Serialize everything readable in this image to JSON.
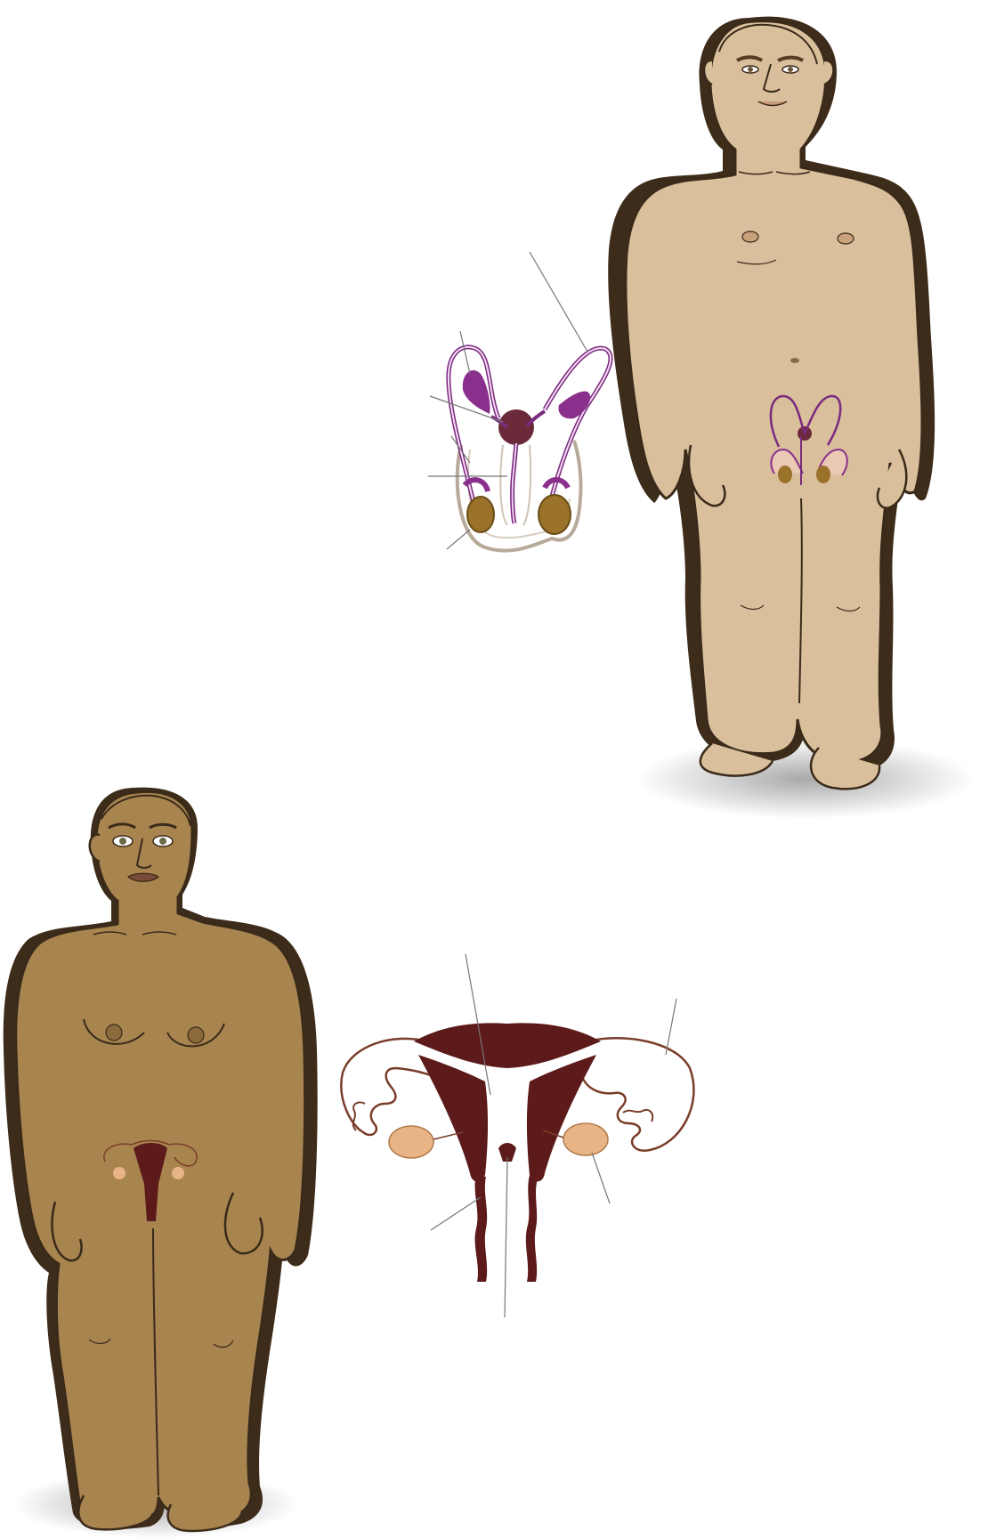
{
  "diagram": {
    "type": "anatomy-illustration",
    "labels_printed": false,
    "figures": [
      {
        "id": "male",
        "skin_color": "#d9bf9c",
        "organ_inset": "male-reproductive-system",
        "pointer_lines": 6
      },
      {
        "id": "female",
        "skin_color": "#a8844f",
        "organ_inset": "female-reproductive-system",
        "pointer_lines": 5
      }
    ],
    "colors": {
      "outline": "#3a2a1a",
      "male_duct": "#7b2a7e",
      "male_vesicle": "#8a2f8c",
      "prostate": "#6b2a3a",
      "testis": "#9a7229",
      "uterus": "#5c1a1a",
      "ovary": "#e8b486",
      "tube_outline": "#7a3d2a",
      "pointer_line": "#777777",
      "shadow": "#9a9a9a"
    }
  }
}
